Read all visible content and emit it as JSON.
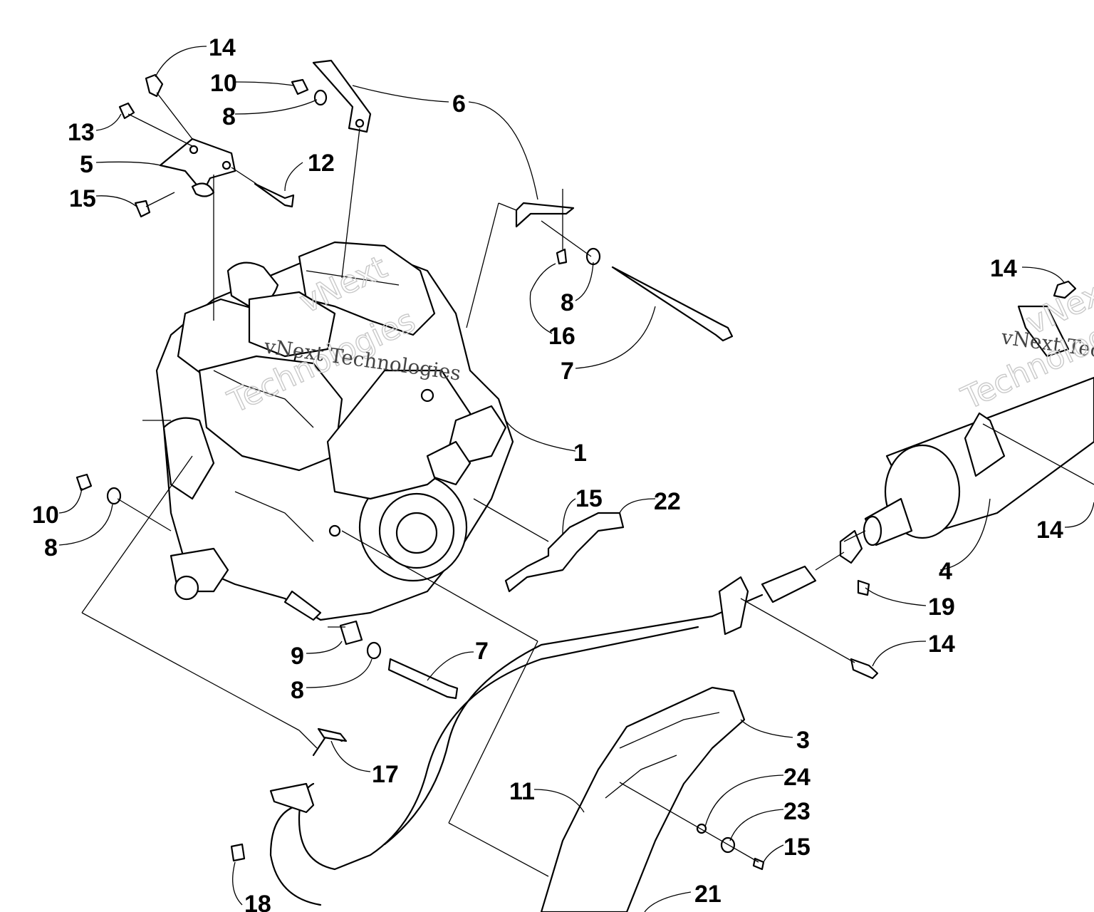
{
  "watermark": {
    "brand": "vNext Technologies",
    "logo_line1": "vNext",
    "logo_line2": "Technologies"
  },
  "callouts": [
    "14",
    "10",
    "8",
    "6",
    "13",
    "5",
    "12",
    "15",
    "8",
    "16",
    "7",
    "1",
    "10",
    "8",
    "15",
    "22",
    "9",
    "8",
    "7",
    "17",
    "18",
    "11",
    "3",
    "24",
    "23",
    "15",
    "21",
    "14",
    "14",
    "4",
    "19",
    "14"
  ]
}
